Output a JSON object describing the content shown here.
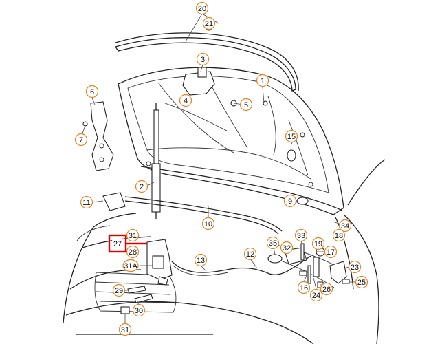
{
  "diagram": {
    "callouts": [
      {
        "id": "c20",
        "label": "20"
      },
      {
        "id": "c21",
        "label": "21"
      },
      {
        "id": "c3",
        "label": "3"
      },
      {
        "id": "c1",
        "label": "1"
      },
      {
        "id": "c6",
        "label": "6"
      },
      {
        "id": "c4",
        "label": "4"
      },
      {
        "id": "c5",
        "label": "5"
      },
      {
        "id": "c7",
        "label": "7"
      },
      {
        "id": "c15",
        "label": "15"
      },
      {
        "id": "c2",
        "label": "2"
      },
      {
        "id": "c11",
        "label": "11"
      },
      {
        "id": "c9",
        "label": "9"
      },
      {
        "id": "c10",
        "label": "10"
      },
      {
        "id": "c34",
        "label": "34"
      },
      {
        "id": "c18",
        "label": "18"
      },
      {
        "id": "c31a",
        "label": "31"
      },
      {
        "id": "c33",
        "label": "33"
      },
      {
        "id": "c27",
        "label": "27"
      },
      {
        "id": "c35",
        "label": "35"
      },
      {
        "id": "c32",
        "label": "32"
      },
      {
        "id": "c19",
        "label": "19"
      },
      {
        "id": "c28",
        "label": "28"
      },
      {
        "id": "c17",
        "label": "17"
      },
      {
        "id": "c12",
        "label": "12"
      },
      {
        "id": "c13",
        "label": "13"
      },
      {
        "id": "c31A",
        "label": "31A"
      },
      {
        "id": "c23",
        "label": "23"
      },
      {
        "id": "c16",
        "label": "16"
      },
      {
        "id": "c26",
        "label": "26"
      },
      {
        "id": "c25",
        "label": "25"
      },
      {
        "id": "c29",
        "label": "29"
      },
      {
        "id": "c24",
        "label": "24"
      },
      {
        "id": "c30",
        "label": "30"
      },
      {
        "id": "c31b",
        "label": "31"
      }
    ],
    "highlight": {
      "label": "27",
      "color": "#e00000"
    },
    "callout_color": "#e8821e"
  }
}
